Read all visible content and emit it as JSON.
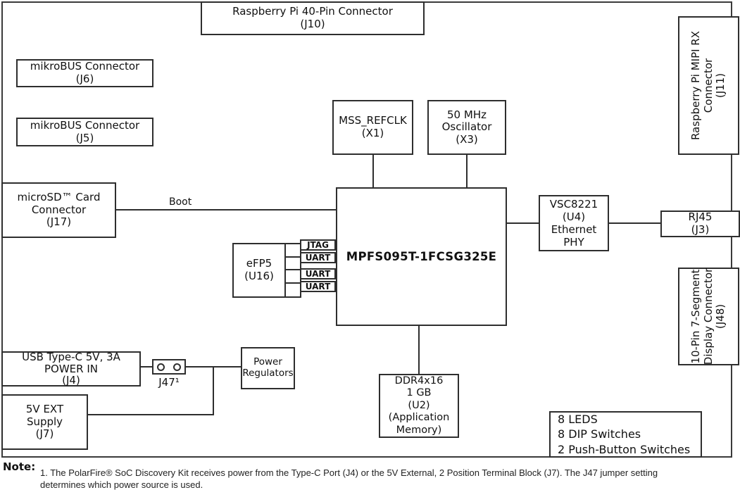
{
  "blocks": {
    "rpi_40pin": {
      "lines": [
        "Raspberry Pi 40-Pin Connector",
        "(J10)"
      ]
    },
    "mikrobus_j6": {
      "lines": [
        "mikroBUS Connector",
        "(J6)"
      ]
    },
    "mikrobus_j5": {
      "lines": [
        "mikroBUS Connector",
        "(J5)"
      ]
    },
    "microsd_j17": {
      "lines": [
        "microSD™ Card",
        "Connector",
        "(J17)"
      ]
    },
    "mipi_rx_j11": {
      "lines": [
        "Raspberry Pi MIPI RX",
        "Connector",
        "(J11)"
      ]
    },
    "mss_refclk_x1": {
      "lines": [
        "MSS_REFCLK",
        "(X1)"
      ]
    },
    "oscillator_x3": {
      "lines": [
        "50 MHz",
        "Oscillator",
        "(X3)"
      ]
    },
    "fpga": {
      "label": "MPFS095T-1FCSG325E"
    },
    "efp5_u16": {
      "lines": [
        "eFP5",
        "(U16)"
      ]
    },
    "ethernet_phy_u4": {
      "lines": [
        "VSC8221",
        "(U4)",
        "Ethernet",
        "PHY"
      ]
    },
    "rj45_j3": {
      "lines": [
        "RJ45",
        "(J3)"
      ]
    },
    "seven_segment_j48": {
      "lines": [
        "10-Pin 7-Segment",
        "Display Connector",
        "(J48)"
      ]
    },
    "usb_c_j4": {
      "lines": [
        "USB Type-C 5V, 3A",
        "POWER IN",
        "(J4)"
      ]
    },
    "jumper_j47": {
      "label": "J47¹"
    },
    "power_regulators": {
      "lines": [
        "Power",
        "Regulators"
      ]
    },
    "ext_supply_j7": {
      "lines": [
        "5V EXT",
        "Supply",
        "(J7)"
      ]
    },
    "ddr4_u2": {
      "lines": [
        "DDR4x16",
        "1 GB",
        "(U2)",
        "(Application",
        "Memory)"
      ]
    },
    "user_io": {
      "lines": [
        "8 LEDS",
        "8 DIP Switches",
        "2 Push-Button Switches"
      ]
    }
  },
  "signal_labels": [
    "JTAG",
    "UART",
    "UART",
    "UART"
  ],
  "wire_labels": {
    "boot": "Boot"
  },
  "note": {
    "heading": "Note:",
    "line1": "1. The PolarFire® SoC Discovery Kit receives power from the Type-C Port (J4) or the 5V External, 2 Position Terminal Block (J7). The J47 jumper setting",
    "line2": "determines which power source is used."
  },
  "colors": {
    "line": "#2e2e2e",
    "text": "#111111",
    "background": "#ffffff"
  }
}
